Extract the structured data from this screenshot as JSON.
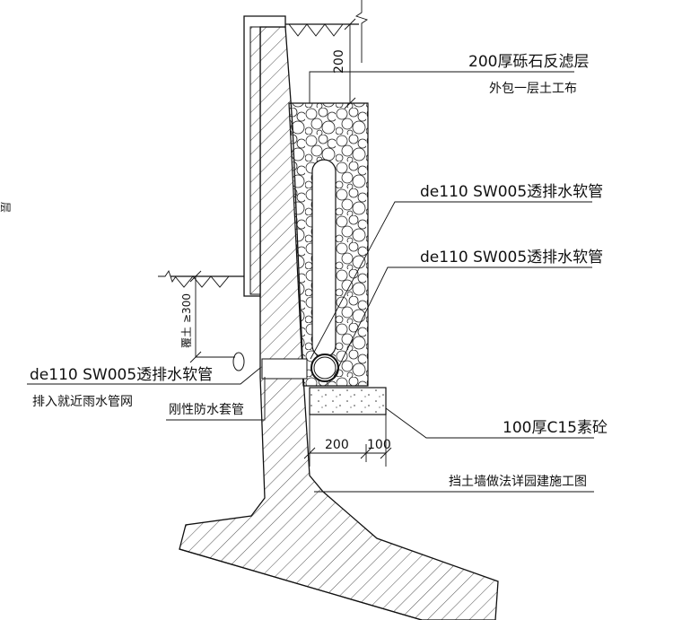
{
  "annotations": {
    "filter_layer_line1": "200厚砾石反滤层",
    "filter_layer_line2": "外包一层土工布",
    "pipe_1": "de110 SW005透排水软管",
    "pipe_2": "de110 SW005透排水软管",
    "pipe_left_line1": "de110 SW005透排水软管",
    "pipe_left_line2": "排入就近雨水管网",
    "sleeve": "刚性防水套管",
    "base_concrete": "100厚C15素砼",
    "reference": "挡土墙做法详园建施工图"
  },
  "dimensions": {
    "top_thickness": "200",
    "height_left": "≥300",
    "height_left_sub": "覆土",
    "base_width": "200",
    "base_edge": "100"
  },
  "edge_text": "层",
  "colors": {
    "line": "#111111",
    "background": "#ffffff"
  }
}
